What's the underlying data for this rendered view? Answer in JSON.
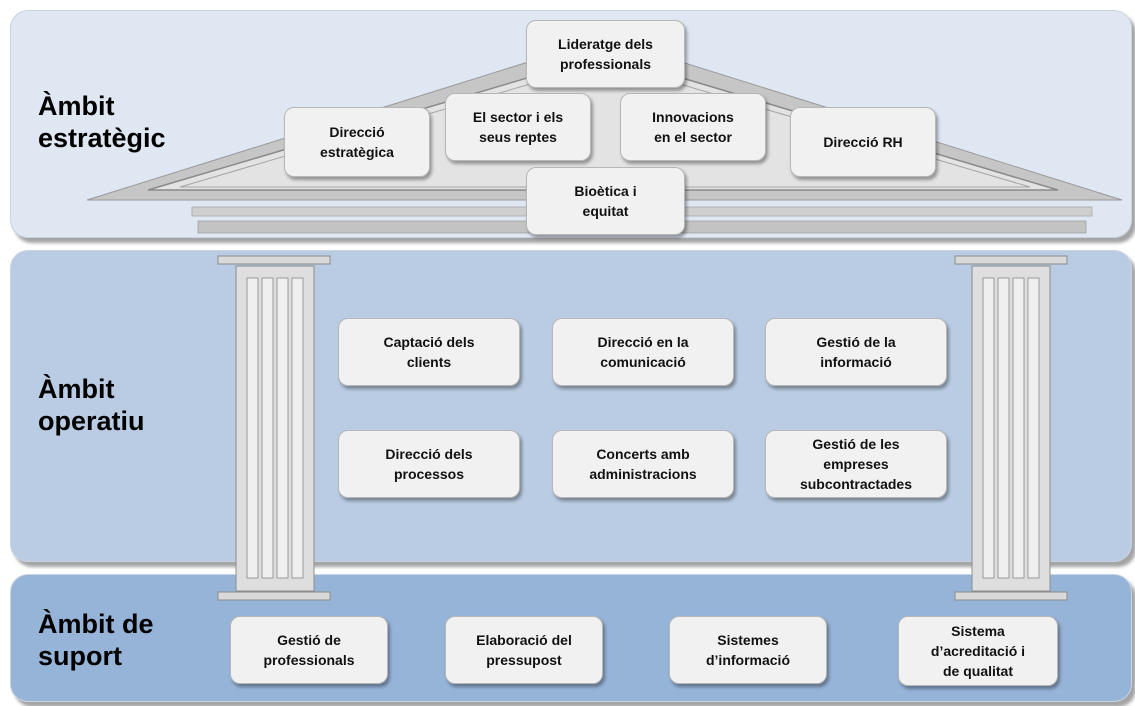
{
  "bands": {
    "strategic": "Àmbit\nestratègic",
    "operational": "Àmbit\noperatiu",
    "support": "Àmbit de\nsuport"
  },
  "strategic_boxes": {
    "leadership": "Lideratge dels\nprofessionals",
    "strategic_direction": "Direcció\nestratègica",
    "sector_challenges": "El sector i els\nseus reptes",
    "innovations": "Innovacions\nen el sector",
    "hr_direction": "Direcció RH",
    "bioethics": "Bioètica i\nequitat"
  },
  "operational_boxes": {
    "client_capture": "Captació dels\nclients",
    "communication": "Direcció en la\ncomunicació",
    "information_mgmt": "Gestió de la\ninformació",
    "process_direction": "Direcció dels\nprocessos",
    "agreements": "Concerts amb\nadministracions",
    "subcontractors": "Gestió de les\nempreses\nsubcontractades"
  },
  "support_boxes": {
    "professionals": "Gestió de\nprofessionals",
    "budget": "Elaboració del\npressupost",
    "info_systems": "Sistemes\nd’informació",
    "accreditation": "Sistema\nd’acreditació i\nde qualitat"
  },
  "colors": {
    "strategic_band": "#dfe7f3",
    "operational_band": "#b9cce3",
    "support_band": "#96b3d8",
    "box_fill": "#f1f1f1",
    "pediment": "#c9c9c9"
  }
}
